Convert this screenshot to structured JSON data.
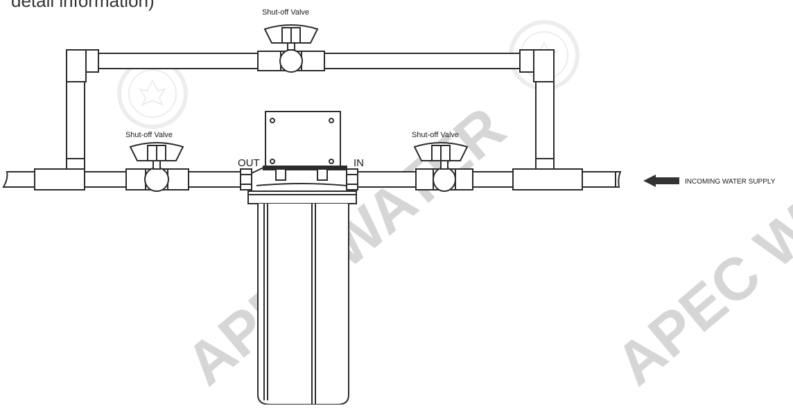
{
  "heading": "detail information)",
  "labels": {
    "valve_top": "Shut-off Valve",
    "valve_left": "Shut-off Valve",
    "valve_right": "Shut-off Valve",
    "out": "OUT",
    "in": "IN",
    "supply": "INCOMING WATER SUPPLY"
  },
  "watermark": "APEC WATER",
  "colors": {
    "stroke": "#2b2b2b",
    "arrow": "#333333",
    "watermark": "#9a9a9a"
  }
}
